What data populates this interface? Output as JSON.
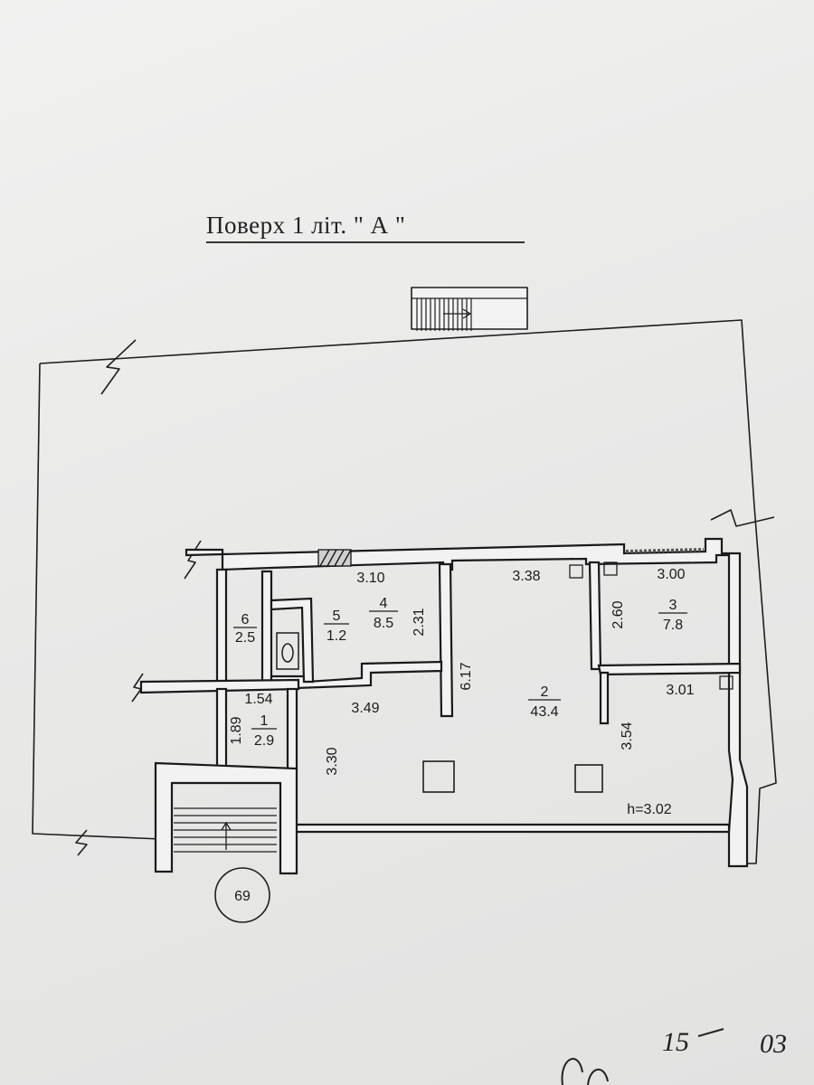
{
  "title": "Поверх  1 літ. \" А \"",
  "rooms": [
    {
      "id": "room-1",
      "number": "1",
      "area": "2.9"
    },
    {
      "id": "room-2",
      "number": "2",
      "area": "43.4"
    },
    {
      "id": "room-3",
      "number": "3",
      "area": "7.8"
    },
    {
      "id": "room-4",
      "number": "4",
      "area": "8.5"
    },
    {
      "id": "room-5",
      "number": "5",
      "area": "1.2"
    },
    {
      "id": "room-6",
      "number": "6",
      "area": "2.5"
    }
  ],
  "dimensions": {
    "d310": "3.10",
    "d338": "3.38",
    "d300": "3.00",
    "d231": "2.31",
    "d260": "2.60",
    "d349": "3.49",
    "d617": "6.17",
    "d301": "3.01",
    "d154": "1.54",
    "d189": "1.89",
    "d330": "3.30",
    "d354": "3.54"
  },
  "ceiling_height": "h=3.02",
  "building_number": "69",
  "handwritten": {
    "line1": "15",
    "line2": "03"
  }
}
